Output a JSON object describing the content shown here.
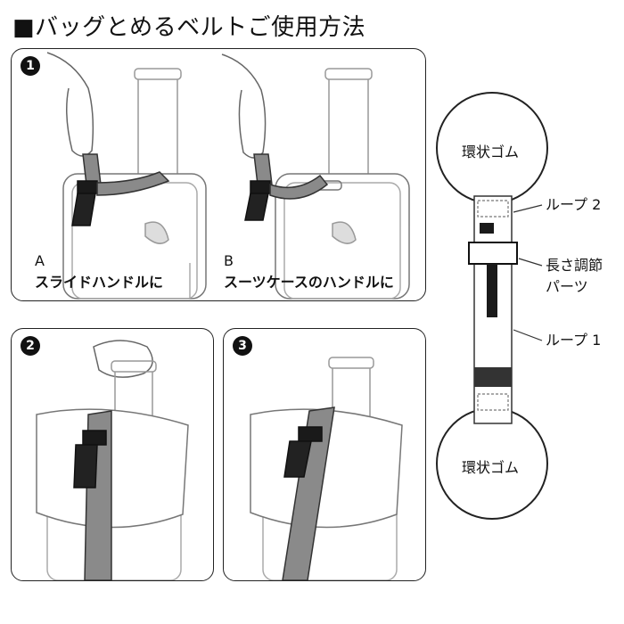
{
  "title": "■バッグとめるベルトご使用方法",
  "steps": [
    {
      "number": "1",
      "options": [
        {
          "letter": "A",
          "text": "スライドハンドルに"
        },
        {
          "letter": "B",
          "text": "スーツケースのハンドルに"
        }
      ]
    },
    {
      "number": "2"
    },
    {
      "number": "3"
    }
  ],
  "strap_parts": {
    "ring_top": "環状ゴム",
    "ring_bottom": "環状ゴム",
    "loop2": "ループ 2",
    "adjuster": "長さ調節\nパーツ",
    "loop1": "ループ 1"
  },
  "colors": {
    "strap": "#8a8a8a",
    "buckle": "#1a1a1a",
    "line": "#333333"
  }
}
